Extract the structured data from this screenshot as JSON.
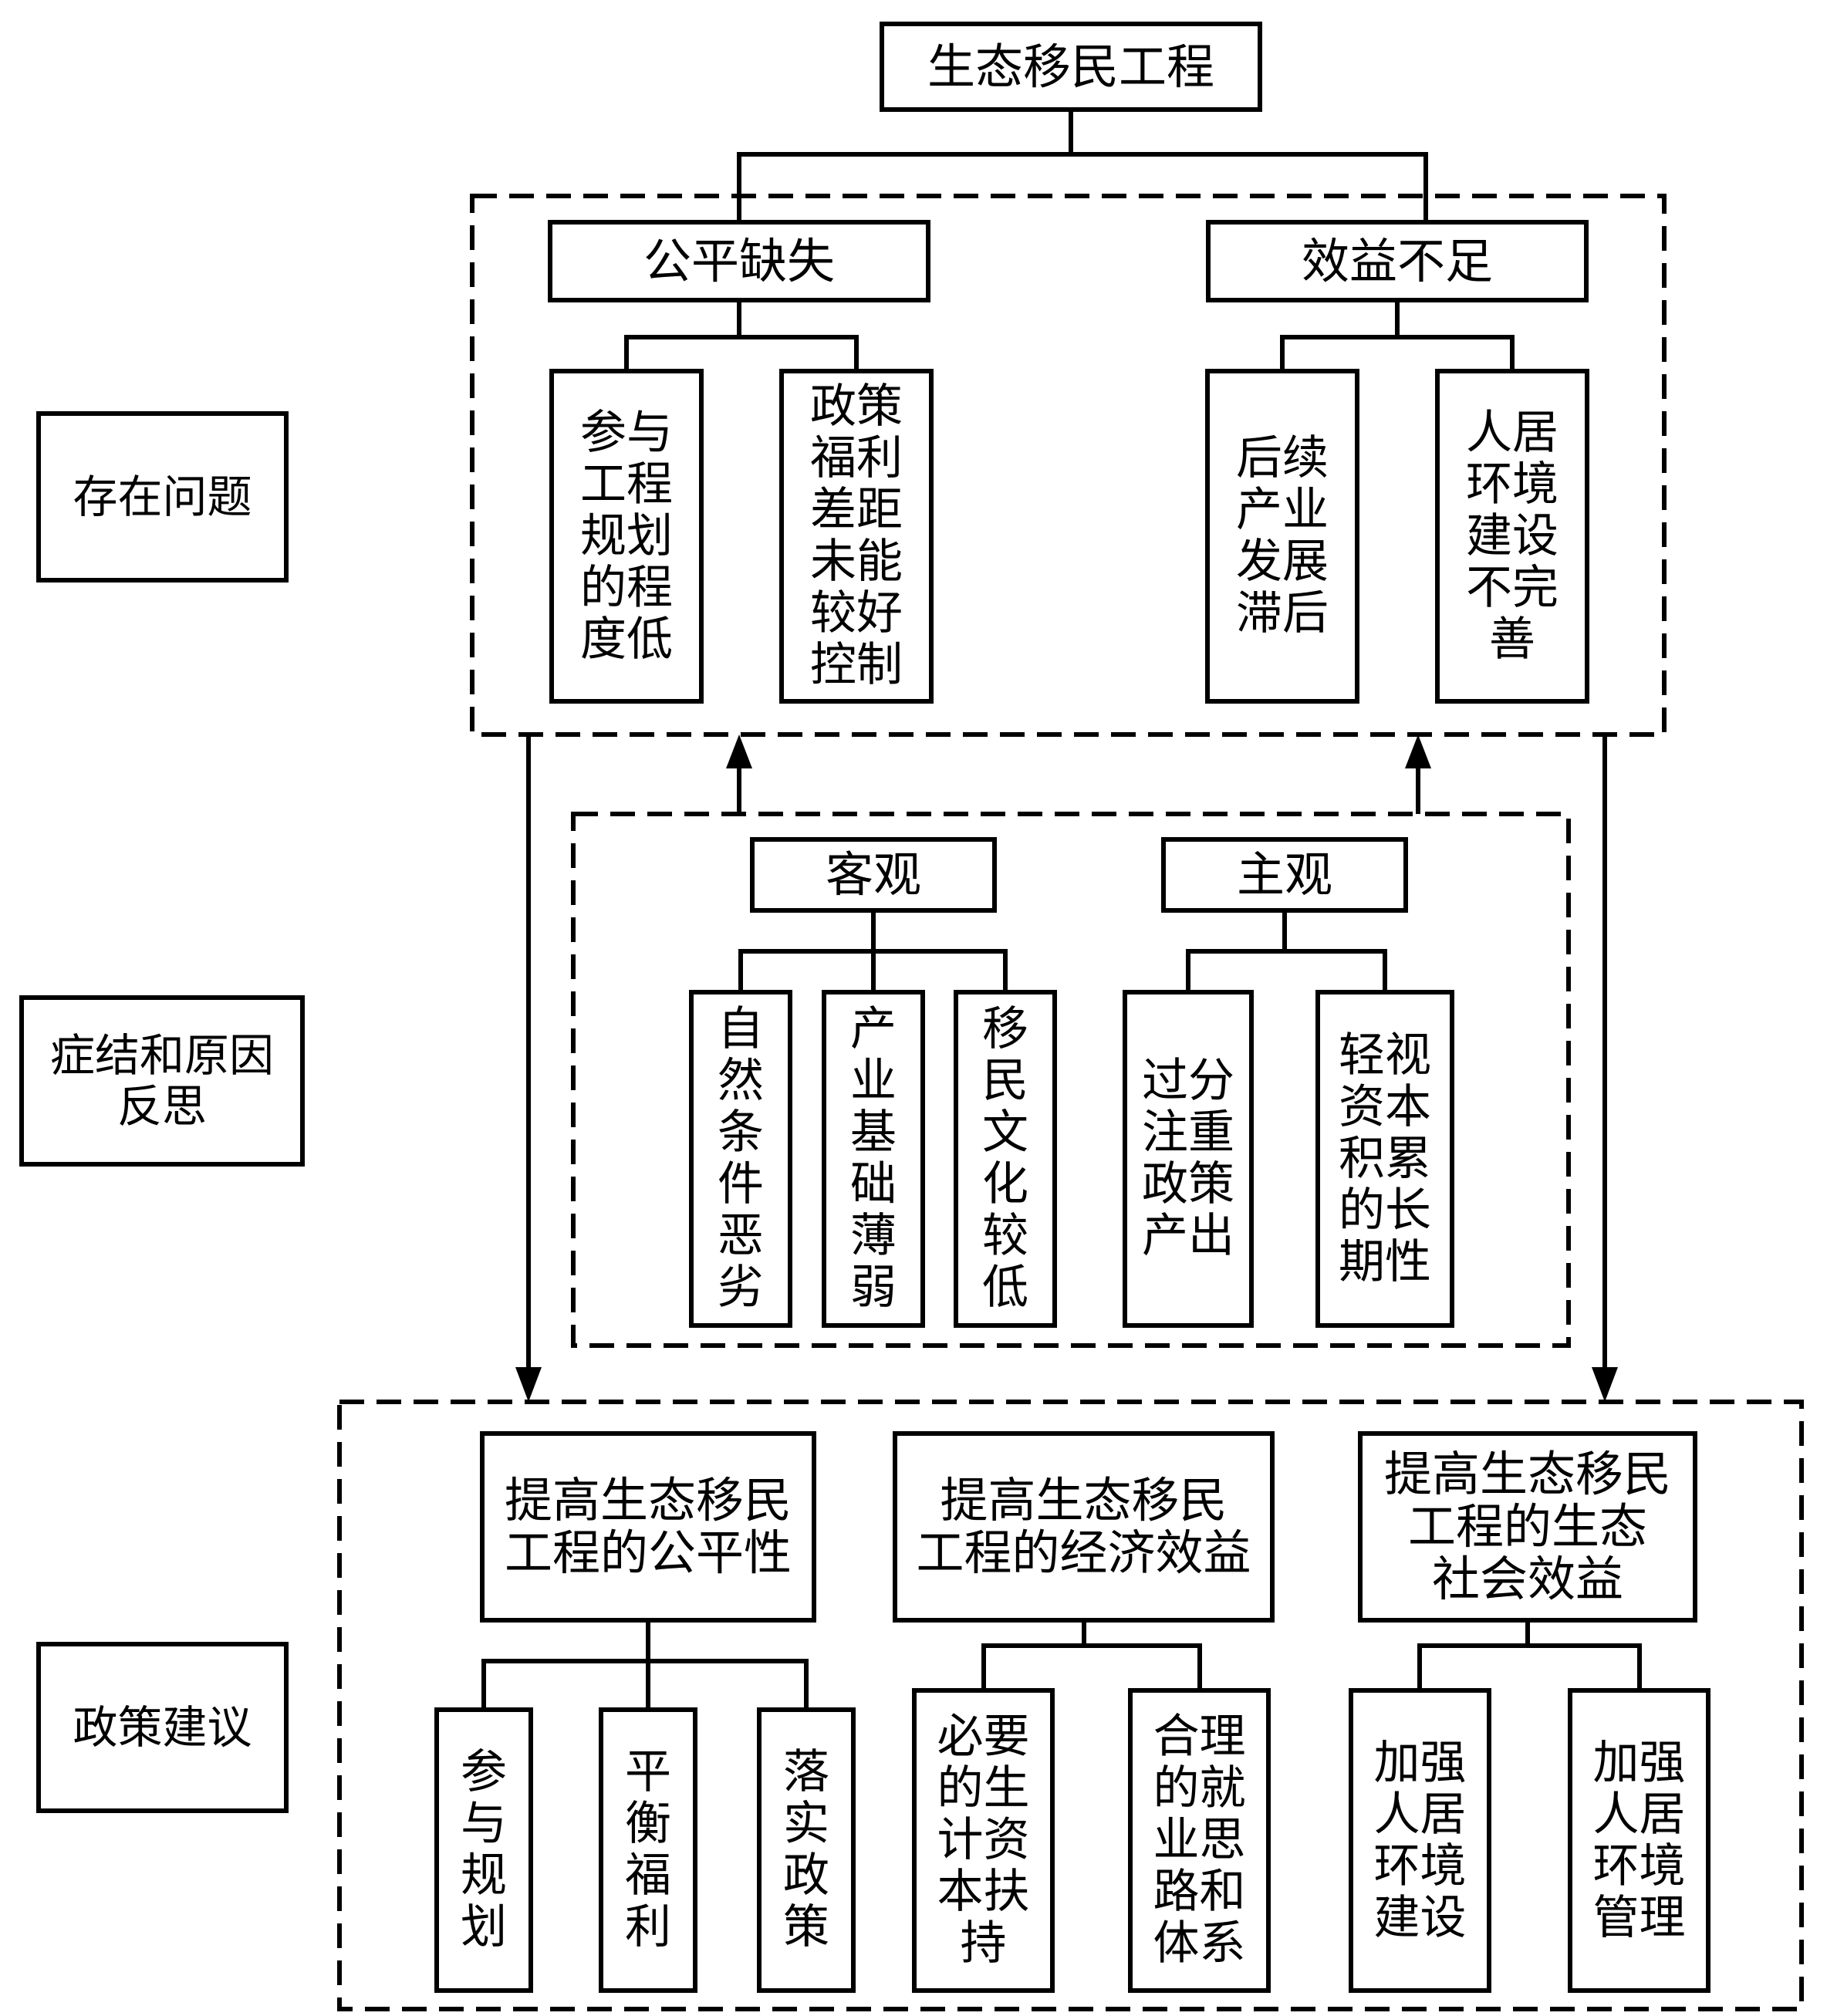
{
  "diagram": {
    "root": {
      "label": "生态移民工程"
    },
    "side_labels": {
      "problems": "存在问题",
      "causes": "症结和原因\n反思",
      "suggestions": "政策建议"
    },
    "problems": {
      "fairness": {
        "label": "公平缺失",
        "children": [
          "参与\n工程\n规划\n的程\n度低",
          "政策\n福利\n差距\n未能\n较好\n控制"
        ]
      },
      "benefit": {
        "label": "效益不足",
        "children": [
          "后续\n产业\n发展\n滞后",
          "人居\n环境\n建设\n不完\n善"
        ]
      }
    },
    "causes": {
      "objective": {
        "label": "客观",
        "children": [
          "自\n然\n条\n件\n恶\n劣",
          "产\n业\n基\n础\n薄\n弱",
          "移\n民\n文\n化\n较\n低"
        ]
      },
      "subjective": {
        "label": "主观",
        "children": [
          "过分\n注重\n政策\n产出",
          "轻视\n资本\n积累\n的长\n期性"
        ]
      }
    },
    "suggestions": {
      "fairness": {
        "label": "提高生态移民\n工程的公平性",
        "children": [
          "参\n与\n规\n划",
          "平\n衡\n福\n利",
          "落\n实\n政\n策"
        ]
      },
      "economic": {
        "label": "提高生态移民\n工程的经济效益",
        "children": [
          "必要\n的生\n计资\n本扶\n持",
          "合理\n的就\n业思\n路和\n体系"
        ]
      },
      "social": {
        "label": "提高生态移民\n工程的生态\n社会效益",
        "children": [
          "加强\n人居\n环境\n建设",
          "加强\n人居\n环境\n管理"
        ]
      }
    }
  }
}
